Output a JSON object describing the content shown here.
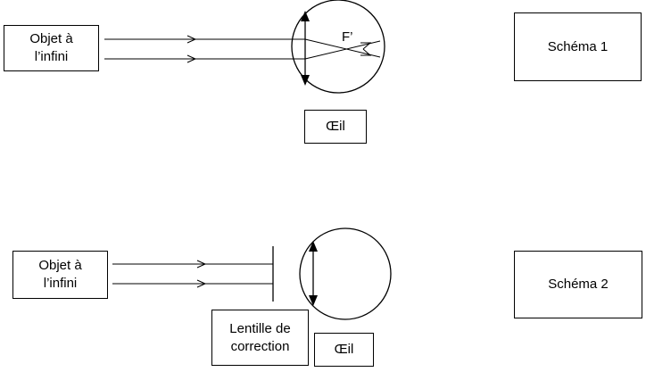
{
  "diagram1": {
    "object_label": "Objet à\nl’infini",
    "focal_label": "F’",
    "eye_label": "Œil",
    "scheme_label": "Schéma 1"
  },
  "diagram2": {
    "object_label": "Objet à\nl’infini",
    "lens_label": "Lentille de\ncorrection",
    "eye_label": "Œil",
    "scheme_label": "Schéma 2"
  }
}
